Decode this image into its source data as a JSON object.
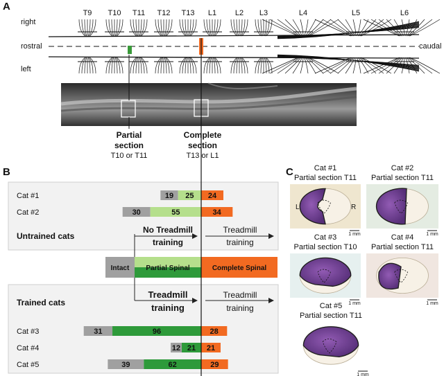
{
  "panels": {
    "a": "A",
    "b": "B",
    "c": "C"
  },
  "spinal_map": {
    "segments": [
      "T9",
      "T10",
      "T11",
      "T12",
      "T13",
      "L1",
      "L2",
      "L3",
      "L4",
      "L5",
      "L6"
    ],
    "side_right": "right",
    "side_left": "left",
    "rostral": "rostral",
    "caudal": "caudal",
    "partial_label": [
      "Partial",
      "section"
    ],
    "partial_levels": "T10 or T11",
    "complete_label": [
      "Complete",
      "section"
    ],
    "complete_levels": "T13 or L1",
    "colors": {
      "partial": "#3a9a3a",
      "complete": "#f26a21"
    }
  },
  "timeline": {
    "untrained_title": "Untrained cats",
    "trained_title": "Trained cats",
    "no_treadmill": [
      "No Treadmill",
      "training"
    ],
    "treadmill_after": [
      "Treadmill",
      "training"
    ],
    "treadmill_trained": [
      "Treadmill",
      "training"
    ],
    "treadmill_after_trained": [
      "Treadmill",
      "training"
    ],
    "phase_intact": "Intact",
    "phase_partial": "Partial Spinal",
    "phase_complete": "Complete Spinal",
    "colors": {
      "intact": "#a0a0a0",
      "partial_untrained": "#b5df8c",
      "partial_trained": "#2e9a3a",
      "complete": "#f26a21",
      "phase_partial_top": "#b5df8c"
    }
  },
  "chart_data": {
    "type": "bar",
    "orientation": "horizontal",
    "series_labels_note": "",
    "rows": [
      {
        "cat": "Cat #1",
        "group": "untrained",
        "intact": 19,
        "partial": 25,
        "complete": 24
      },
      {
        "cat": "Cat #2",
        "group": "untrained",
        "intact": 30,
        "partial": 55,
        "complete": 34
      },
      {
        "cat": "Cat #3",
        "group": "trained",
        "intact": 31,
        "partial": 96,
        "complete": 28
      },
      {
        "cat": "Cat #4",
        "group": "trained",
        "intact": 12,
        "partial": 21,
        "complete": 21
      },
      {
        "cat": "Cat #5",
        "group": "trained",
        "intact": 39,
        "partial": 62,
        "complete": 29
      }
    ]
  },
  "sections": {
    "scale": "1 mm",
    "side_l": "L",
    "side_r": "R",
    "items": [
      {
        "cat": "Cat #1",
        "section": "Partial section T11"
      },
      {
        "cat": "Cat #2",
        "section": "Partial section T11"
      },
      {
        "cat": "Cat #3",
        "section": "Partial section T10"
      },
      {
        "cat": "Cat #4",
        "section": "Partial section T11"
      },
      {
        "cat": "Cat #5",
        "section": "Partial section T11"
      }
    ]
  }
}
